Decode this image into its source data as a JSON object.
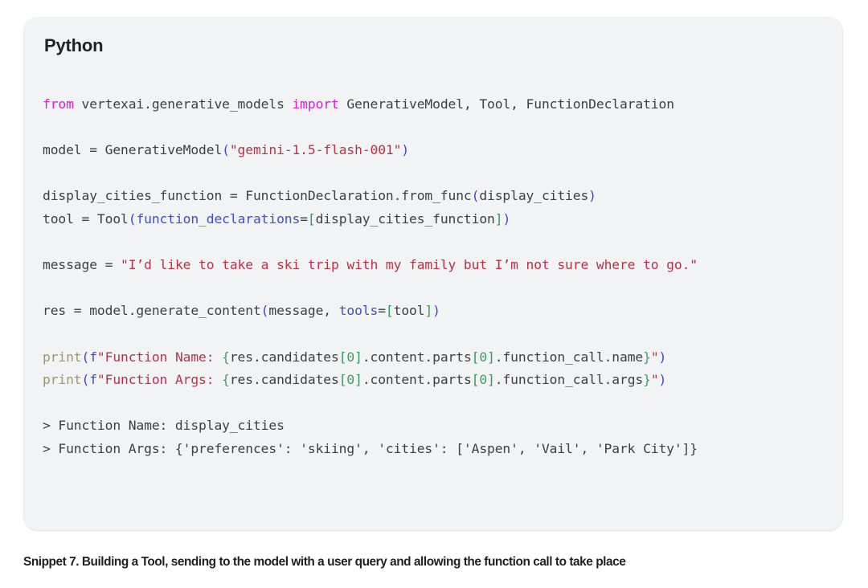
{
  "card": {
    "language_label": "Python"
  },
  "code": {
    "lines": [
      {
        "id": "import-line",
        "tokens": [
          {
            "t": "from",
            "c": "kw"
          },
          {
            "t": " vertexai.generative_models ",
            "c": "plain"
          },
          {
            "t": "import",
            "c": "kw"
          },
          {
            "t": " GenerativeModel, Tool, FunctionDeclaration",
            "c": "plain"
          }
        ]
      },
      {
        "id": "blank-1",
        "tokens": []
      },
      {
        "id": "model-line",
        "tokens": [
          {
            "t": "model = GenerativeModel",
            "c": "plain"
          },
          {
            "t": "(",
            "c": "paren"
          },
          {
            "t": "\"gemini-1.5-flash-001\"",
            "c": "str"
          },
          {
            "t": ")",
            "c": "paren"
          }
        ]
      },
      {
        "id": "blank-2",
        "tokens": []
      },
      {
        "id": "declaration-line",
        "tokens": [
          {
            "t": "display_cities_function = FunctionDeclaration.from_func",
            "c": "plain"
          },
          {
            "t": "(",
            "c": "paren"
          },
          {
            "t": "display_cities",
            "c": "plain"
          },
          {
            "t": ")",
            "c": "paren"
          }
        ]
      },
      {
        "id": "tool-line",
        "tokens": [
          {
            "t": "tool = Tool",
            "c": "plain"
          },
          {
            "t": "(",
            "c": "paren"
          },
          {
            "t": "function_declarations",
            "c": "kwarg"
          },
          {
            "t": "=",
            "c": "plain"
          },
          {
            "t": "[",
            "c": "brack"
          },
          {
            "t": "display_cities_function",
            "c": "plain"
          },
          {
            "t": "]",
            "c": "brack"
          },
          {
            "t": ")",
            "c": "paren"
          }
        ]
      },
      {
        "id": "blank-3",
        "tokens": []
      },
      {
        "id": "message-line",
        "tokens": [
          {
            "t": "message = ",
            "c": "plain"
          },
          {
            "t": "\"I’d like to take a ski trip with my family but I’m not sure where to go.\"",
            "c": "str"
          }
        ]
      },
      {
        "id": "blank-4",
        "tokens": []
      },
      {
        "id": "generate-line",
        "tokens": [
          {
            "t": "res = model.generate_content",
            "c": "plain"
          },
          {
            "t": "(",
            "c": "paren"
          },
          {
            "t": "message, ",
            "c": "plain"
          },
          {
            "t": "tools",
            "c": "kwarg"
          },
          {
            "t": "=",
            "c": "plain"
          },
          {
            "t": "[",
            "c": "brack"
          },
          {
            "t": "tool",
            "c": "plain"
          },
          {
            "t": "]",
            "c": "brack"
          },
          {
            "t": ")",
            "c": "paren"
          }
        ]
      },
      {
        "id": "blank-5",
        "tokens": []
      },
      {
        "id": "print-name-line",
        "tokens": [
          {
            "t": "print",
            "c": "fn"
          },
          {
            "t": "(",
            "c": "paren"
          },
          {
            "t": "f",
            "c": "kwarg"
          },
          {
            "t": "\"Function Name: ",
            "c": "str"
          },
          {
            "t": "{",
            "c": "brace"
          },
          {
            "t": "res.candidates",
            "c": "plain"
          },
          {
            "t": "[",
            "c": "brack"
          },
          {
            "t": "0",
            "c": "num"
          },
          {
            "t": "]",
            "c": "brack"
          },
          {
            "t": ".content.parts",
            "c": "plain"
          },
          {
            "t": "[",
            "c": "brack"
          },
          {
            "t": "0",
            "c": "num"
          },
          {
            "t": "]",
            "c": "brack"
          },
          {
            "t": ".function_call.name",
            "c": "plain"
          },
          {
            "t": "}",
            "c": "brace"
          },
          {
            "t": "\"",
            "c": "str"
          },
          {
            "t": ")",
            "c": "paren"
          }
        ]
      },
      {
        "id": "print-args-line",
        "tokens": [
          {
            "t": "print",
            "c": "fn"
          },
          {
            "t": "(",
            "c": "paren"
          },
          {
            "t": "f",
            "c": "kwarg"
          },
          {
            "t": "\"Function Args: ",
            "c": "str"
          },
          {
            "t": "{",
            "c": "brace"
          },
          {
            "t": "res.candidates",
            "c": "plain"
          },
          {
            "t": "[",
            "c": "brack"
          },
          {
            "t": "0",
            "c": "num"
          },
          {
            "t": "]",
            "c": "brack"
          },
          {
            "t": ".content.parts",
            "c": "plain"
          },
          {
            "t": "[",
            "c": "brack"
          },
          {
            "t": "0",
            "c": "num"
          },
          {
            "t": "]",
            "c": "brack"
          },
          {
            "t": ".function_call.args",
            "c": "plain"
          },
          {
            "t": "}",
            "c": "brace"
          },
          {
            "t": "\"",
            "c": "str"
          },
          {
            "t": ")",
            "c": "paren"
          }
        ]
      },
      {
        "id": "blank-6",
        "tokens": []
      },
      {
        "id": "output-name-line",
        "tokens": [
          {
            "t": "> Function Name: display_cities",
            "c": "out"
          }
        ]
      },
      {
        "id": "output-args-line",
        "tokens": [
          {
            "t": "> Function Args: {'preferences': 'skiing', 'cities': ['Aspen', 'Vail', 'Park City']}",
            "c": "out"
          }
        ]
      }
    ]
  },
  "caption": {
    "text": "Snippet 7. Building a Tool, sending to the model with a user query and allowing the function call to take place"
  },
  "colors": {
    "card_background": "#f2f3f5",
    "page_background": "#ffffff",
    "code_text": "#3c4043",
    "keyword": "#d321d3",
    "string": "#b8324a",
    "paren": "#4146c9",
    "bracket": "#2e9b5e",
    "kwarg": "#3f4fc6",
    "builtin": "#a39566",
    "brace": "#3f9e68",
    "title": "#202124"
  }
}
